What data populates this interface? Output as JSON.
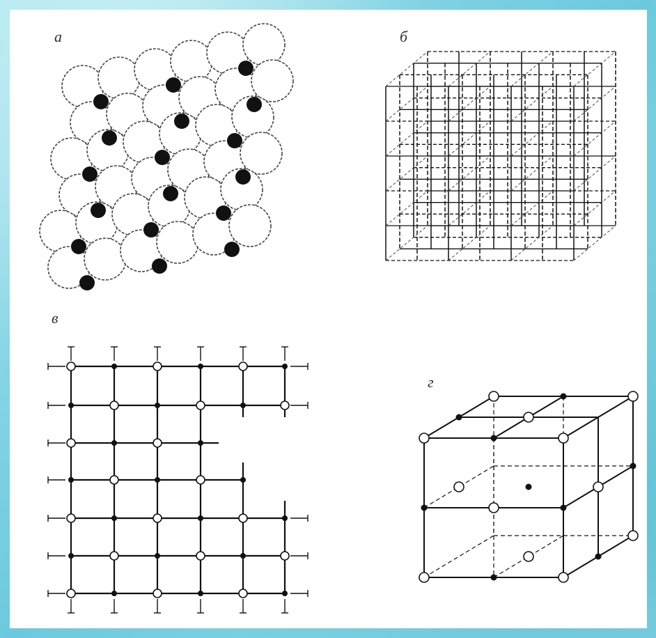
{
  "figure": {
    "panel_labels": {
      "a": "а",
      "b": "б",
      "v": "в",
      "g": "г"
    },
    "colors": {
      "frame": "#8fd8e6",
      "sheet": "#ffffff",
      "ink": "#111111",
      "dash": "#444444"
    }
  }
}
